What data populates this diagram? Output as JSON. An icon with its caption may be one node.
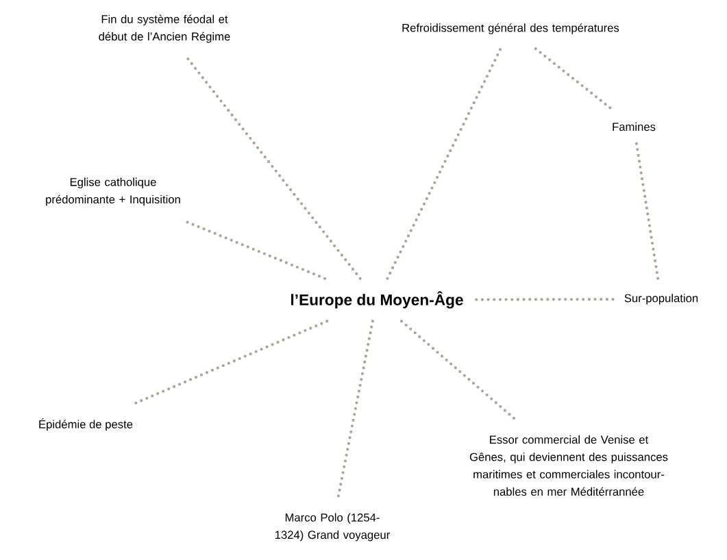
{
  "diagram": {
    "nodes": [
      {
        "text": [
          "l’Europe du Moyen-Âge"
        ]
      },
      {
        "text": [
          "Fin du système féodal et début de l’Ancien Régime"
        ]
      },
      {
        "text": [
          "Refroidissement général des températures"
        ]
      },
      {
        "text": [
          "Famines"
        ]
      },
      {
        "text": [
          "Eglise catholique prédominante + Inquisition"
        ]
      },
      {
        "text": [
          "Sur-population"
        ]
      },
      {
        "text": [
          "Épidémie de peste"
        ]
      },
      {
        "text": [
          "Essor commercial de Venise et Gênes, qui deviennent des puissances maritimes et commerciales incontour-nables en mer Méditérrannée"
        ]
      },
      {
        "text": [
          "Marco Polo (1254-1324) Grand voyageur"
        ]
      }
    ],
    "edges": [
      {
        "from": 0,
        "to": 1,
        "arrow": "none"
      },
      {
        "from": 0,
        "to": 2,
        "arrow": "none"
      },
      {
        "from": 2,
        "to": 3,
        "arrow": "none"
      },
      {
        "from": 3,
        "to": 5,
        "arrow": "none"
      },
      {
        "from": 0,
        "to": 5,
        "arrow": "none"
      },
      {
        "from": 0,
        "to": 4,
        "arrow": "none"
      },
      {
        "from": 0,
        "to": 6,
        "arrow": "none"
      },
      {
        "from": 0,
        "to": 8,
        "arrow": "none"
      },
      {
        "from": 0,
        "to": 7,
        "arrow": "none"
      }
    ]
  }
}
